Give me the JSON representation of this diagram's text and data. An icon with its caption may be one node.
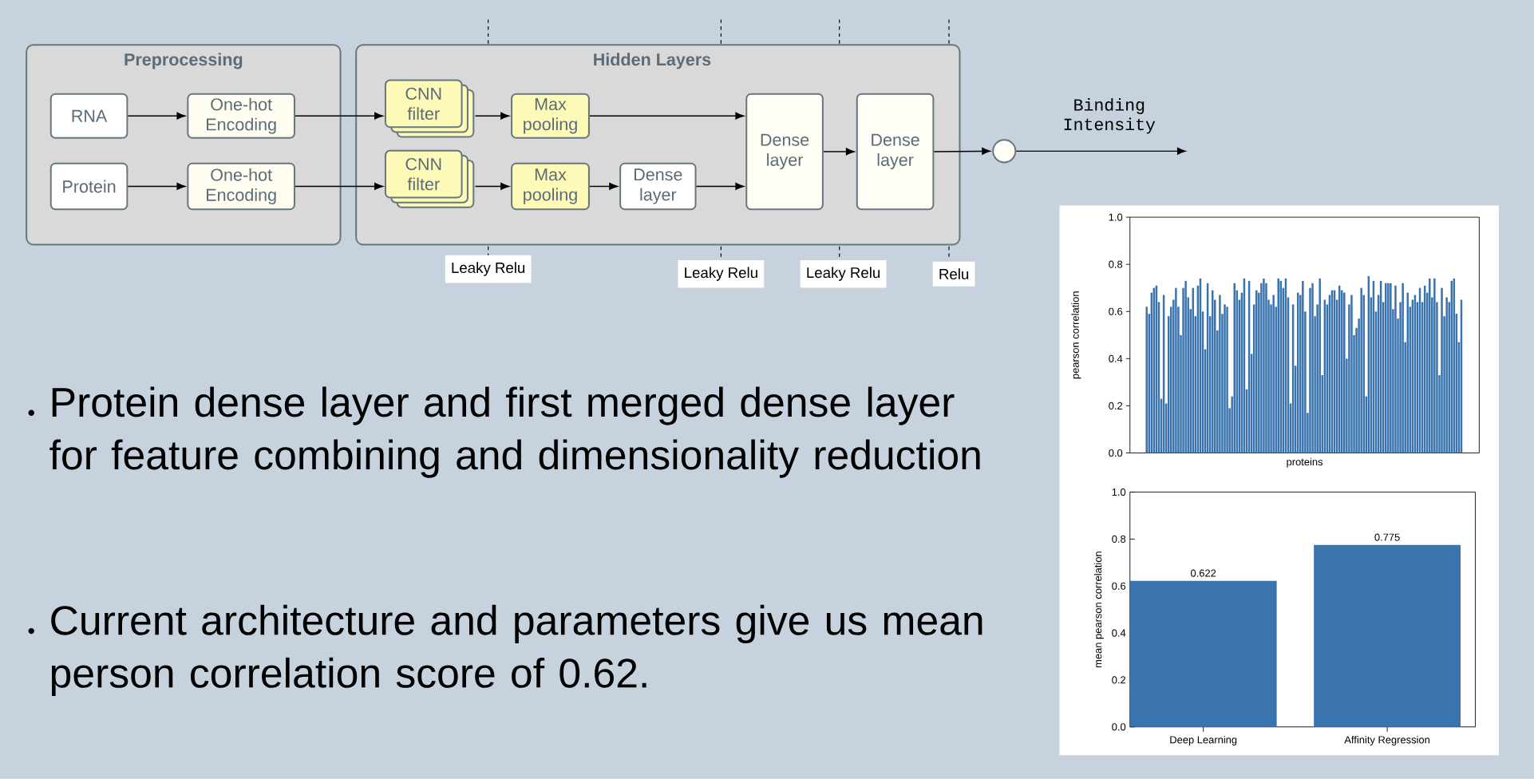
{
  "diagram": {
    "nodes": [
      {
        "text": [
          "Preprocessing"
        ]
      },
      {
        "text": [
          "Hidden Layers"
        ]
      },
      {
        "text": [
          "RNA"
        ],
        "in": 0
      },
      {
        "text": [
          "One-hot Encoding"
        ],
        "in": 0
      },
      {
        "text": [
          "Protein"
        ],
        "in": 0
      },
      {
        "text": [
          "One-hot Encoding"
        ],
        "in": 0
      },
      {
        "text": [
          "CNN filter"
        ],
        "in": 1
      },
      {
        "text": [
          "Max pooling"
        ],
        "in": 1
      },
      {
        "text": [
          "CNN filter"
        ],
        "in": 1
      },
      {
        "text": [
          "Max pooling"
        ],
        "in": 1
      },
      {
        "text": [
          "Dense layer"
        ],
        "in": 1
      },
      {
        "text": [
          "Dense layer"
        ],
        "in": 1
      },
      {
        "text": [
          "Dense layer"
        ],
        "in": 1
      },
      {
        "text": [],
        "shape": "circle"
      }
    ],
    "edges": [
      {
        "from": 2,
        "to": 3,
        "arrow": "to"
      },
      {
        "from": 3,
        "to": 6,
        "arrow": "to"
      },
      {
        "from": 4,
        "to": 5,
        "arrow": "to"
      },
      {
        "from": 5,
        "to": 8,
        "arrow": "to"
      },
      {
        "from": 6,
        "to": 7,
        "arrow": "to"
      },
      {
        "from": 8,
        "to": 9,
        "arrow": "to"
      },
      {
        "from": 9,
        "to": 10,
        "arrow": "to"
      },
      {
        "from": 7,
        "to": 11,
        "arrow": "to"
      },
      {
        "from": 10,
        "to": 11,
        "arrow": "to"
      },
      {
        "from": 11,
        "to": 12,
        "arrow": "to"
      },
      {
        "from": 12,
        "to": 13,
        "arrow": "to"
      },
      {
        "from": 13,
        "to": null,
        "arrow": "to",
        "label": "Binding Intensity"
      }
    ],
    "labels": [
      "Leaky Relu",
      "Leaky Relu",
      "Leaky Relu",
      "Relu",
      "1.0",
      "0.8",
      "0.6",
      "0.4",
      "0.2",
      "0.0",
      "pearson correlation",
      "proteins",
      "Protein dense layer and first merged dense layer for feature combining and dimensionality reduction",
      "Current architecture and parameters give us mean person correlation score of 0.62."
    ],
    "chart_data": {
      "type": "bar",
      "ylabel": "mean pearson correlation",
      "categories": [
        "Deep Learning",
        "Affinity Regression"
      ],
      "series": [
        {
          "color": "#3a74ae",
          "values": [
            0.622,
            0.775
          ]
        }
      ],
      "ylim": [
        0,
        1
      ],
      "yticks": [
        {
          "value": 0,
          "label": "0.0"
        },
        {
          "value": 0.2,
          "label": "0.2"
        },
        {
          "value": 0.4,
          "label": "0.4"
        },
        {
          "value": 0.6,
          "label": "0.6"
        },
        {
          "value": 0.8,
          "label": "0.8"
        },
        {
          "value": 1.0,
          "label": "1.0"
        }
      ],
      "value_labels": [
        "0.622",
        "0.775"
      ]
    }
  }
}
